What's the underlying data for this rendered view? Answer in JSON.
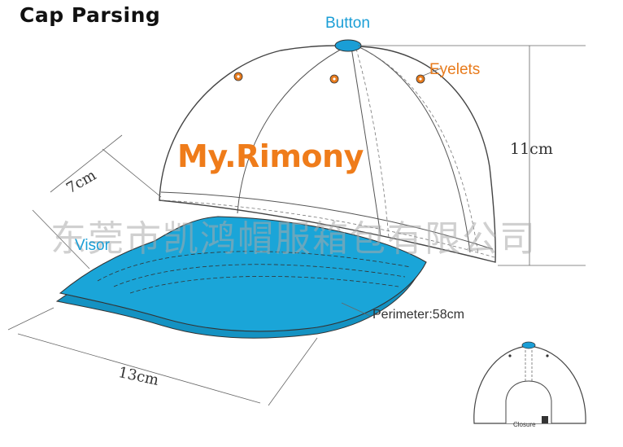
{
  "title": "Cap Parsing",
  "labels": {
    "button": "Button",
    "eyelets": "Eyelets",
    "height": "11cm",
    "visor_depth": "7cm",
    "visor": "Visor",
    "visor_width": "13cm",
    "perimeter": "Perimeter:58cm",
    "closure": "Closure"
  },
  "brand_text": "My.Rimony",
  "watermark": "东莞市凯鸿帽服箱包有限公司",
  "colors": {
    "visor_fill": "#1aa5d8",
    "button_fill": "#1a9ed6",
    "eyelet_fill": "#e87b1c",
    "brand_text": "#ef7c1a",
    "outline": "#444444"
  }
}
